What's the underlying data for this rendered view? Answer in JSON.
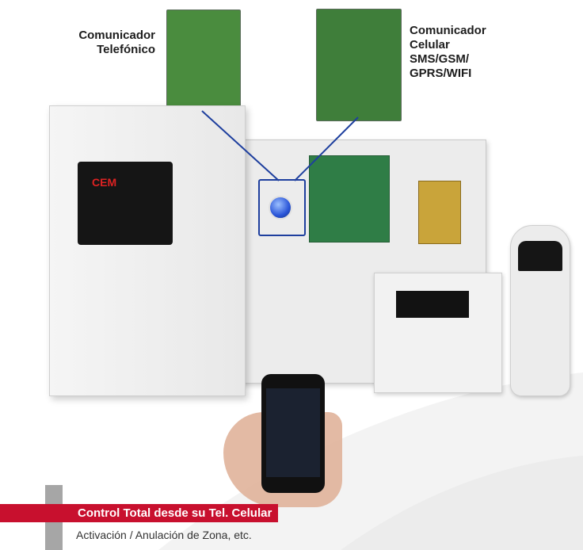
{
  "labels": {
    "telephone_communicator": [
      "Comunicador",
      "Telefónico"
    ],
    "cellular_communicator": [
      "Comunicador",
      "Celular",
      "SMS/GSM/",
      "GPRS/WIFI"
    ]
  },
  "caption": {
    "title": "Control Total desde su Tel. Celular",
    "subtitle": "Activación / Anulación de Zona, etc."
  },
  "colors": {
    "accent_red": "#c8102e",
    "connector_blue": "#1e3f9e",
    "caption_gray": "#a6a6a6"
  }
}
